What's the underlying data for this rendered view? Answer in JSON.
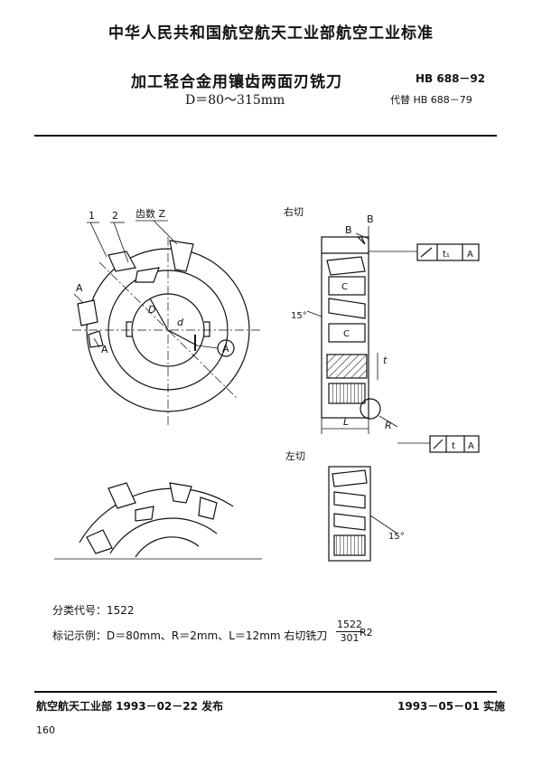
{
  "header": {
    "standard_body": "中华人民共和国航空航天工业部航空工业标准",
    "title": "加工轻合金用镶齿两面刃铣刀",
    "subtitle": "D＝80～315mm",
    "standard_no": "HB 688－92",
    "replaces": "代替 HB 688－79"
  },
  "figure": {
    "front_labels": {
      "num1": "1",
      "num2": "2",
      "teeth": "齿数 Z",
      "a_upper": "A",
      "a_lower": "A",
      "dia_big": "D",
      "dia_small": "d",
      "datum_circle": "A"
    },
    "right_view": {
      "label": "右切",
      "b1": "B",
      "b2": "B",
      "c_upper": "C",
      "c_lower": "C",
      "angle": "15°",
      "t": "t",
      "L": "L",
      "R": "R",
      "tol1_val": "t₁",
      "tol1_ref": "A",
      "tol2_val": "t",
      "tol2_ref": "A"
    },
    "left_view": {
      "label": "左切",
      "angle": "15°"
    }
  },
  "notes": {
    "class_code": "分类代号：1522",
    "mark_example": "标记示例：D＝80mm、R＝2mm、L＝12mm 右切铣刀",
    "frac_num": "1522",
    "frac_den": "301",
    "frac_suffix": "R2"
  },
  "footer": {
    "issued": "航空航天工业部 1993－02－22 发布",
    "effective": "1993－05－01 实施",
    "page_number": "160"
  }
}
